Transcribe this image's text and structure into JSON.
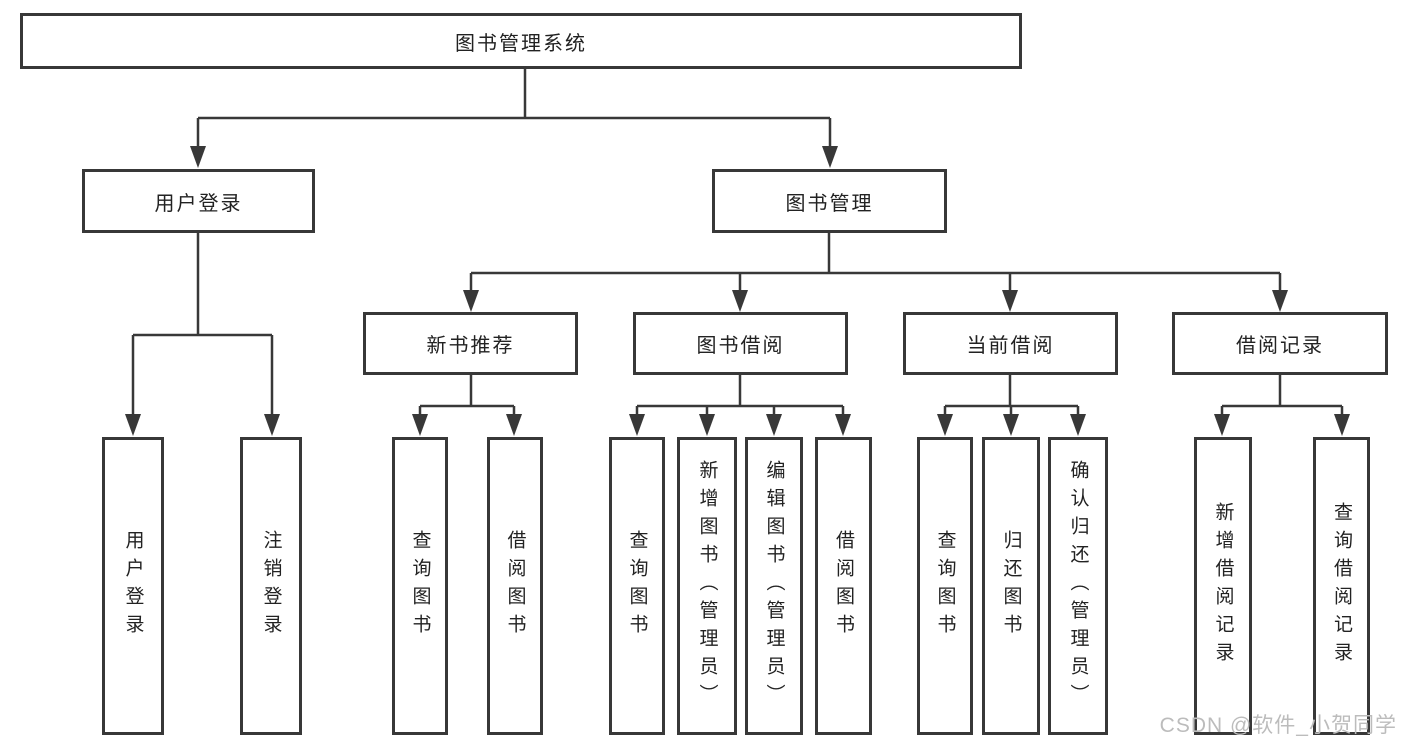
{
  "diagram": {
    "type": "hierarchy-tree",
    "nodes": {
      "root": {
        "label": "图书管理系统"
      },
      "user_login": {
        "label": "用户登录"
      },
      "book_management": {
        "label": "图书管理"
      },
      "new_book_recommend": {
        "label": "新书推荐"
      },
      "book_borrow": {
        "label": "图书借阅"
      },
      "current_borrow": {
        "label": "当前借阅"
      },
      "borrow_record": {
        "label": "借阅记录"
      },
      "leaf_user_login": {
        "label": "用户登录"
      },
      "leaf_logout": {
        "label": "注销登录"
      },
      "leaf_query_book_recommend": {
        "label": "查询图书"
      },
      "leaf_borrow_book_recommend": {
        "label": "借阅图书"
      },
      "leaf_query_book_borrow": {
        "label": "查询图书"
      },
      "leaf_add_book": {
        "label": "新增图书（管理员）"
      },
      "leaf_edit_book": {
        "label": "编辑图书（管理员）"
      },
      "leaf_borrow_book": {
        "label": "借阅图书"
      },
      "leaf_query_book_current": {
        "label": "查询图书"
      },
      "leaf_return_book": {
        "label": "归还图书"
      },
      "leaf_confirm_return": {
        "label": "确认归还（管理员）"
      },
      "leaf_add_borrow_record": {
        "label": "新增借阅记录"
      },
      "leaf_query_borrow_record": {
        "label": "查询借阅记录"
      }
    },
    "edges": [
      [
        "root",
        "user_login"
      ],
      [
        "root",
        "book_management"
      ],
      [
        "user_login",
        "leaf_user_login"
      ],
      [
        "user_login",
        "leaf_logout"
      ],
      [
        "book_management",
        "new_book_recommend"
      ],
      [
        "book_management",
        "book_borrow"
      ],
      [
        "book_management",
        "current_borrow"
      ],
      [
        "book_management",
        "borrow_record"
      ],
      [
        "new_book_recommend",
        "leaf_query_book_recommend"
      ],
      [
        "new_book_recommend",
        "leaf_borrow_book_recommend"
      ],
      [
        "book_borrow",
        "leaf_query_book_borrow"
      ],
      [
        "book_borrow",
        "leaf_add_book"
      ],
      [
        "book_borrow",
        "leaf_edit_book"
      ],
      [
        "book_borrow",
        "leaf_borrow_book"
      ],
      [
        "current_borrow",
        "leaf_query_book_current"
      ],
      [
        "current_borrow",
        "leaf_return_book"
      ],
      [
        "current_borrow",
        "leaf_confirm_return"
      ],
      [
        "borrow_record",
        "leaf_add_borrow_record"
      ],
      [
        "borrow_record",
        "leaf_query_borrow_record"
      ]
    ],
    "colors": {
      "line": "#383838",
      "box_border": "#383838",
      "text": "#222222",
      "background": "#ffffff",
      "watermark": "#bcbcbc"
    }
  },
  "watermark": "CSDN @软件_小贺同学"
}
